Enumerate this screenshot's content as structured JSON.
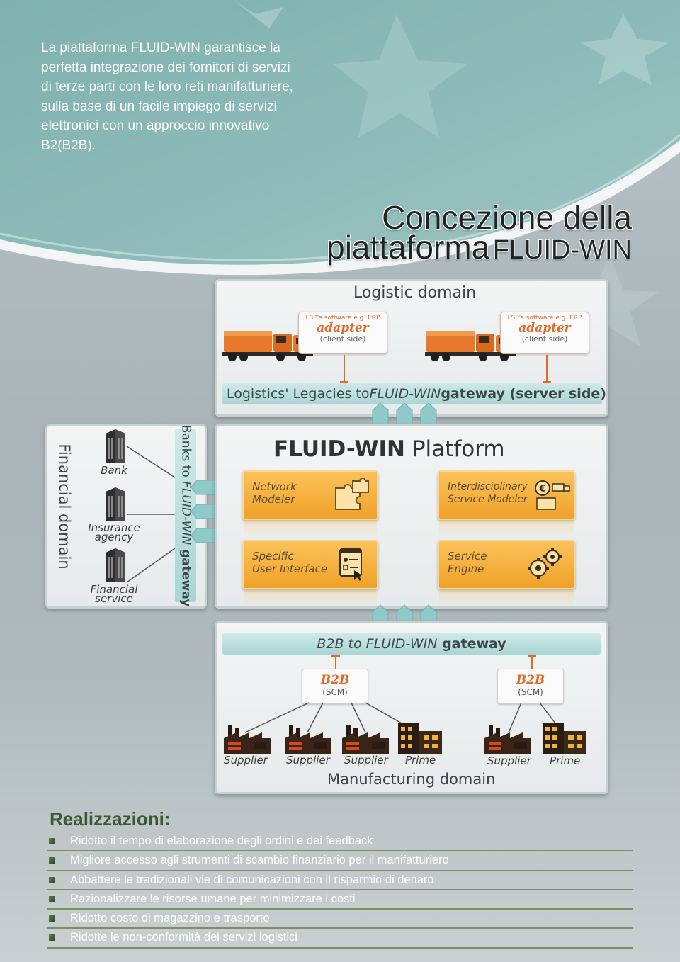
{
  "intro": {
    "text_lines": [
      "La piattaforma FLUID-WIN  garantisce la",
      "perfetta integrazione dei fornitori di servizi",
      "di terze parti con le loro reti manifatturiere,",
      "sulla base di un facile impiego di servizi",
      "elettronici con un approccio innovativo",
      "B2(B2B)."
    ]
  },
  "title": {
    "line1": "Concezione della",
    "line2a": "piattaforma",
    "line2b": "FLUID-WIN"
  },
  "diagram": {
    "logistic": {
      "title": "Logistic domain",
      "callouts": [
        {
          "small": "LSP's software e.g. ERP",
          "big": "adapter",
          "sub": "(client side)"
        },
        {
          "small": "LSP's software e.g. ERP",
          "big": "adapter",
          "sub": "(client side)"
        }
      ],
      "gateway_prefix": "Logistics' Legacies to ",
      "gateway_brand": "FLUID-WIN",
      "gateway_suffix": " gateway (server side)"
    },
    "financial": {
      "title": "Financial domain",
      "entities": [
        {
          "line1": "Bank",
          "line2": ""
        },
        {
          "line1": "Insurance",
          "line2": "agency"
        },
        {
          "line1": "Financial",
          "line2": "service"
        }
      ],
      "gateway_prefix": "Banks to ",
      "gateway_brand": "FLUID-WIN",
      "gateway_suffix": " gateway"
    },
    "platform": {
      "title_bold": "FLUID-WIN",
      "title_rest": "Platform",
      "modules": [
        {
          "line1": "Network",
          "line2": "Modeler",
          "icon": "puzzle-icon"
        },
        {
          "line1": "Interdisciplinary",
          "line2": "Service Modeler",
          "icon": "money-truck-icon"
        },
        {
          "line1": "Specific",
          "line2": "User Interface",
          "icon": "user-interface-icon"
        },
        {
          "line1": "Service",
          "line2": "Engine",
          "icon": "gears-icon"
        }
      ]
    },
    "manufacturing": {
      "gateway_prefix": "B2B to ",
      "gateway_brand": "FLUID-WIN",
      "gateway_suffix": " gateway",
      "b2b_boxes": [
        {
          "big": "B2B",
          "sub": "(SCM)"
        },
        {
          "big": "B2B",
          "sub": "(SCM)"
        }
      ],
      "factories": [
        "Supplier",
        "Supplier",
        "Supplier",
        "Prime",
        "Supplier",
        "Prime"
      ],
      "title": "Manufacturing domain"
    }
  },
  "realizzazioni": {
    "heading": "Realizzazioni:",
    "items": [
      "Ridotto il tempo di elaborazione degli ordini e dei feedback",
      "Migliore accesso agli strumenti di scambio finanziario per il manifatturiero",
      "Abbattere le tradizionali vie di comunicazioni con il risparmio di denaro",
      "Razionalizzare le risorse umane per minimizzare i costi",
      "Ridotto costo di magazzino e trasporto",
      "Ridotte le non-conformità dei servizi logistici"
    ]
  },
  "colors": {
    "accent_orange": "#f0a229",
    "adapter_orange": "#e0692c",
    "gateway_teal": "#a9d5d4",
    "heading_green": "#3c5a32"
  }
}
